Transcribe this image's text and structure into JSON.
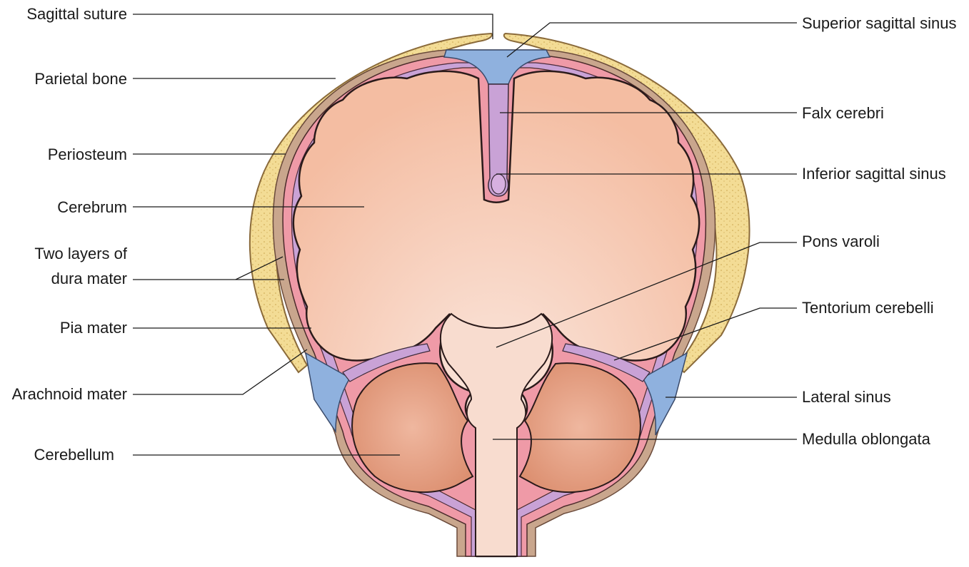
{
  "labels": {
    "sagittal_suture": "Sagittal suture",
    "parietal_bone": "Parietal bone",
    "periosteum": "Periosteum",
    "cerebrum": "Cerebrum",
    "dura_line1": "Two layers of",
    "dura_line2": "dura mater",
    "pia_mater": "Pia mater",
    "arachnoid_mater": "Arachnoid mater",
    "cerebellum": "Cerebellum",
    "superior_sagittal_sinus": "Superior sagittal sinus",
    "falx_cerebri": "Falx cerebri",
    "inferior_sagittal_sinus": "Inferior sagittal sinus",
    "pons_varoli": "Pons varoli",
    "tentorium_cerebelli": "Tentorium cerebelli",
    "lateral_sinus": "Lateral sinus",
    "medulla_oblongata": "Medulla oblongata"
  },
  "colors": {
    "bone": "#f3dc95",
    "bone_edge": "#8a6a3a",
    "periosteum": "#c9a68d",
    "dura": "#ef9aa7",
    "arachnoid": "#c9a2d6",
    "sinus": "#8fb1de",
    "brain": "#f6c9b3",
    "brain_center": "#fbe6dc",
    "cerebellum": "#e3a184",
    "outline": "#2a1a1a"
  }
}
